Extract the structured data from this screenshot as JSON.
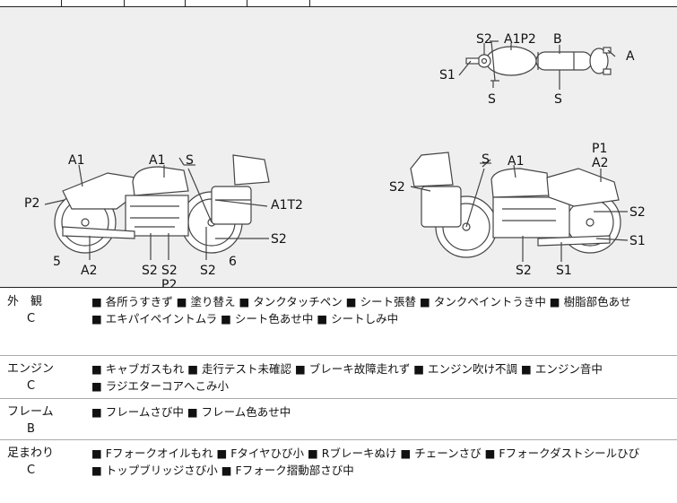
{
  "diagram": {
    "top_view_labels": [
      "S2",
      "A1P2",
      "B",
      "A",
      "S1",
      "S",
      "S"
    ],
    "left_view_labels": [
      "A1",
      "A1",
      "S",
      "P2",
      "A1T2",
      "5",
      "A2",
      "S2",
      "S2",
      "S2",
      "6",
      "S2",
      "P2"
    ],
    "right_view_labels": [
      "S",
      "A1",
      "P1",
      "A2",
      "S2",
      "S2",
      "S1",
      "S2",
      "S1"
    ]
  },
  "sections": [
    {
      "name": "外　観",
      "grade": "C",
      "lines": [
        "■ 各所うすきず ■ 塗り替え ■ タンクタッチペン ■ シート張替 ■ タンクペイントうき中 ■ 樹脂部色あせ",
        "■ エキパイペイントムラ ■ シート色あせ中 ■ シートしみ中"
      ]
    },
    {
      "name": "エンジン",
      "grade": "C",
      "lines": [
        "■ キャブガスもれ ■ 走行テスト未確認 ■ ブレーキ故障走れず ■ エンジン吹け不調 ■ エンジン音中",
        "■ ラジエターコアへこみ小"
      ]
    },
    {
      "name": "フレーム",
      "grade": "B",
      "lines": [
        "■ フレームさび中 ■ フレーム色あせ中"
      ]
    },
    {
      "name": "足まわり",
      "grade": "C",
      "lines": [
        "■ Fフォークオイルもれ ■ Fタイヤひび小 ■ Rブレーキぬけ ■ チェーンさび ■ Fフォークダストシールひび",
        "■ トップブリッジさび小 ■ Fフォーク摺動部さび中"
      ]
    }
  ]
}
